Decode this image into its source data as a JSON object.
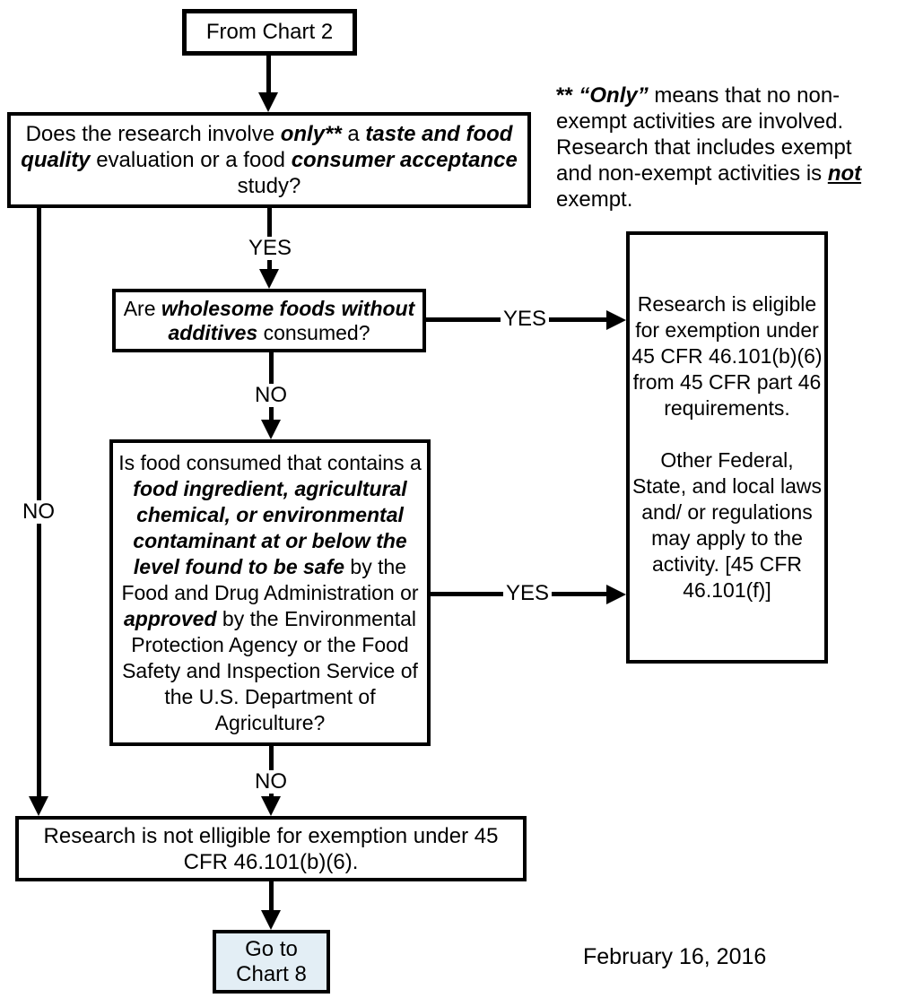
{
  "flowchart": {
    "nodes": {
      "from_chart2": {
        "label": "From Chart 2"
      },
      "q_taste_food": {
        "segments": [
          {
            "t": "Does the research involve "
          },
          {
            "t": "only**",
            "b": true,
            "i": true
          },
          {
            "t": " a "
          },
          {
            "t": "taste and food quality",
            "b": true,
            "i": true
          },
          {
            "t": " evaluation or a food "
          },
          {
            "t": "consumer acceptance",
            "b": true,
            "i": true
          },
          {
            "t": " study?"
          }
        ]
      },
      "q_wholesome": {
        "segments": [
          {
            "t": "Are "
          },
          {
            "t": "wholesome foods without additives",
            "b": true,
            "i": true
          },
          {
            "t": " consumed?"
          }
        ]
      },
      "q_ingredient": {
        "segments": [
          {
            "t": "Is food consumed that contains a "
          },
          {
            "t": "food ingredient, agricultural chemical, or environmental contaminant at or below the level found to be safe",
            "b": true,
            "i": true
          },
          {
            "t": " by the Food and Drug Administration or "
          },
          {
            "t": "approved",
            "b": true,
            "i": true
          },
          {
            "t": " by the Environmental Protection Agency or the Food Safety and Inspection Service of the U.S. Department of Agriculture?"
          }
        ]
      },
      "eligible": {
        "para1": "Research is eligible for exemption under 45 CFR 46.101(b)(6) from 45 CFR part 46 requirements.",
        "para2": "Other Federal, State, and local laws and/ or regulations may apply to the activity. [45 CFR 46.101(f)]"
      },
      "not_eligible": {
        "label": "Research is not elligible for exemption under 45 CFR 46.101(b)(6)."
      },
      "goto_chart8": {
        "line1": "Go to",
        "line2": "Chart 8",
        "fill": "#e3eef5"
      }
    },
    "footnote": {
      "segments": [
        {
          "t": "** ",
          "b": true
        },
        {
          "t": "“Only”",
          "b": true,
          "i": true
        },
        {
          "t": " means that no non-exempt activities are involved. Research that includes exempt and non-exempt activities is "
        },
        {
          "t": "not",
          "b": true,
          "i": true,
          "u": true
        },
        {
          "t": " exempt."
        }
      ]
    },
    "edges": {
      "yes_q1": "YES",
      "yes_q2": "YES",
      "yes_q3": "YES",
      "no_left": "NO",
      "no_q2": "NO",
      "no_q3": "NO"
    },
    "date": "February 16, 2016",
    "colors": {
      "line": "#000000",
      "box_fill": "#ffffff",
      "goto_fill": "#e3eef5"
    }
  }
}
